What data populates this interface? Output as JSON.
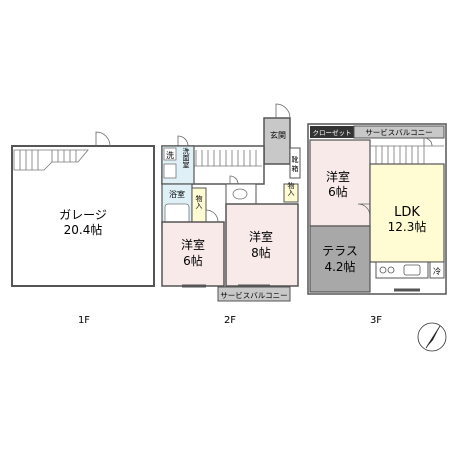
{
  "floors": {
    "f1": "1F",
    "f2": "2F",
    "f3": "3F"
  },
  "rooms": {
    "garage_name": "ガレージ",
    "garage_size": "20.4帖",
    "washroom_1": "洗",
    "washroom_2": "洗面室",
    "bath": "浴室",
    "storage_a": "物入",
    "storage_b": "物入",
    "entrance": "玄関",
    "shoe_box_1": "靴",
    "shoe_box_2": "箱",
    "western_2f_a_name": "洋室",
    "western_2f_a_size": "6帖",
    "western_2f_b_name": "洋室",
    "western_2f_b_size": "8帖",
    "service_balcony_2f": "サービスバルコニー",
    "closet": "クローゼット",
    "service_balcony_3f": "サービスバルコニー",
    "western_3f_name": "洋室",
    "western_3f_size": "6帖",
    "ldk_name": "LDK",
    "ldk_size": "12.3帖",
    "terrace_name": "テラス",
    "terrace_size": "4.2帖",
    "fridge": "冷"
  },
  "colors": {
    "pink": "#f9eaea",
    "gray": "#c8c8c8",
    "dark_gray": "#a8a8a8",
    "yellow": "#fffbd2",
    "blue": "#dff1f7",
    "closet_dark": "#333333",
    "line": "#555555"
  }
}
